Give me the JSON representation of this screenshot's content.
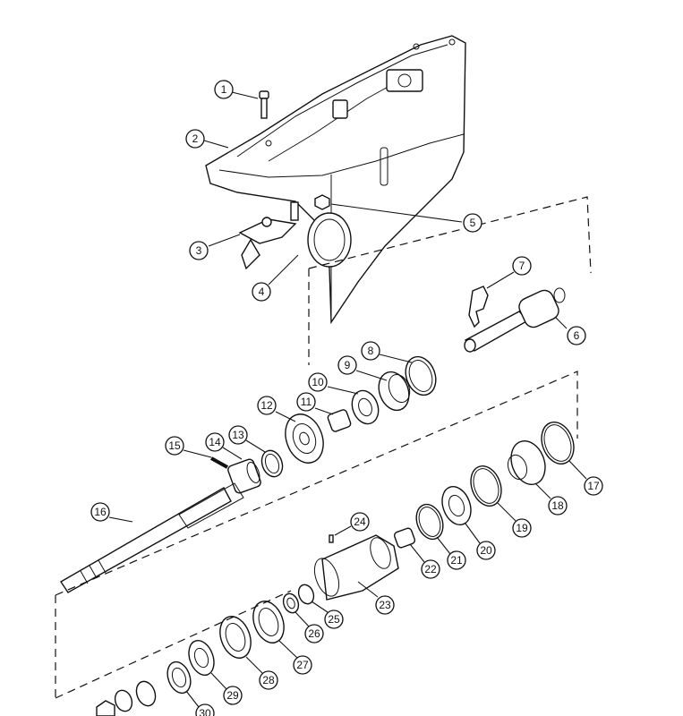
{
  "diagram": {
    "callouts": [
      {
        "label": "1"
      },
      {
        "label": "2"
      },
      {
        "label": "3"
      },
      {
        "label": "4"
      },
      {
        "label": "5"
      },
      {
        "label": "6"
      },
      {
        "label": "7"
      },
      {
        "label": "8"
      },
      {
        "label": "9"
      },
      {
        "label": "10"
      },
      {
        "label": "11"
      },
      {
        "label": "12"
      },
      {
        "label": "13"
      },
      {
        "label": "14"
      },
      {
        "label": "15"
      },
      {
        "label": "16"
      },
      {
        "label": "17"
      },
      {
        "label": "18"
      },
      {
        "label": "19"
      },
      {
        "label": "20"
      },
      {
        "label": "21"
      },
      {
        "label": "22"
      },
      {
        "label": "23"
      },
      {
        "label": "24"
      },
      {
        "label": "25"
      },
      {
        "label": "26"
      },
      {
        "label": "27"
      },
      {
        "label": "28"
      },
      {
        "label": "29"
      },
      {
        "label": "30"
      }
    ],
    "colors": {
      "line": "#111111",
      "background": "#ffffff"
    }
  }
}
